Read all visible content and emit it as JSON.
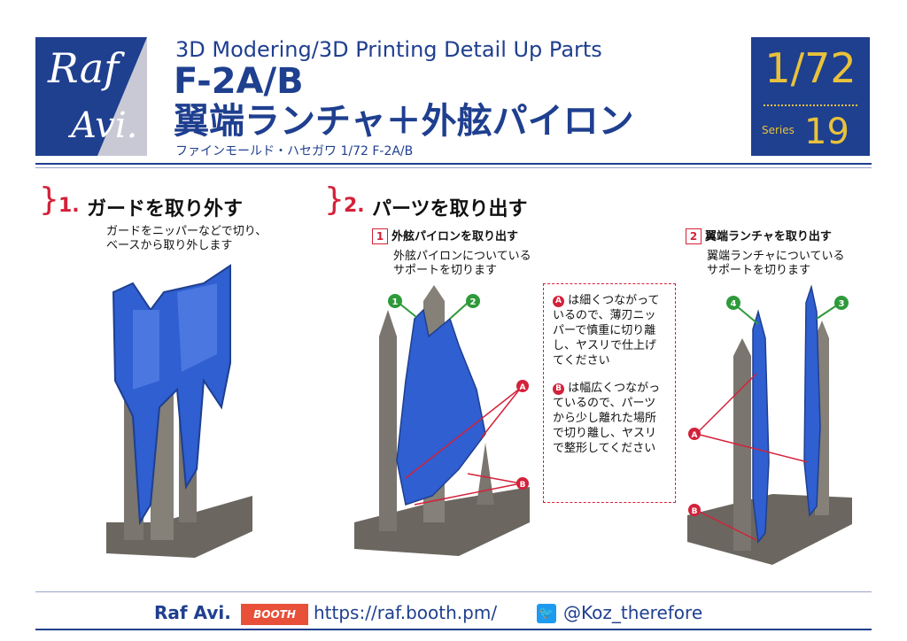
{
  "header": {
    "logo_line1": "Raf",
    "logo_line2": "Avi.",
    "subtitle": "3D Modering/3D Printing Detail Up Parts",
    "title_line1": "F-2A/B",
    "title_line2": "翼端ランチャ＋外舷パイロン",
    "kit": "ファインモールド・ハセガワ 1/72 F-2A/B",
    "scale": "1/72",
    "series_label": "Series",
    "series_number": "19"
  },
  "step1": {
    "number": "1.",
    "title": "ガードを取り外す",
    "desc_line1": "ガードをニッパーなどで切り、",
    "desc_line2": "ベースから取り外します"
  },
  "step2": {
    "number": "2.",
    "title": "パーツを取り出す",
    "sub1": {
      "badge": "1",
      "title": "外舷パイロンを取り出す",
      "desc_line1": "外舷パイロンについている",
      "desc_line2": "サポートを切ります"
    },
    "sub2": {
      "badge": "2",
      "title": "翼端ランチャを取り出す",
      "desc_line1": "翼端ランチャについている",
      "desc_line2": "サポートを切ります"
    }
  },
  "note": {
    "a_marker": "A",
    "a_text": "は細くつながっているので、薄刃ニッパーで慎重に切り離し、ヤスリで仕上げてください",
    "b_marker": "B",
    "b_text": "は幅広くつながっているので、パーツから少し離れた場所で切り離し、ヤスリで整形してください"
  },
  "markers": {
    "n1": "1",
    "n2": "2",
    "n3": "3",
    "n4": "4",
    "a": "A",
    "b": "B"
  },
  "footer": {
    "brand": "Raf Avi.",
    "booth": "BOOTH",
    "url": "https://raf.booth.pm/",
    "twitter": "@Koz_therefore"
  },
  "colors": {
    "brand_blue": "#1f3f8f",
    "part_blue": "#2f5fd0",
    "accent_red": "#d4213a",
    "accent_green": "#2e9a3a",
    "gold": "#e8c23a",
    "base_gray": "#6b6660"
  }
}
